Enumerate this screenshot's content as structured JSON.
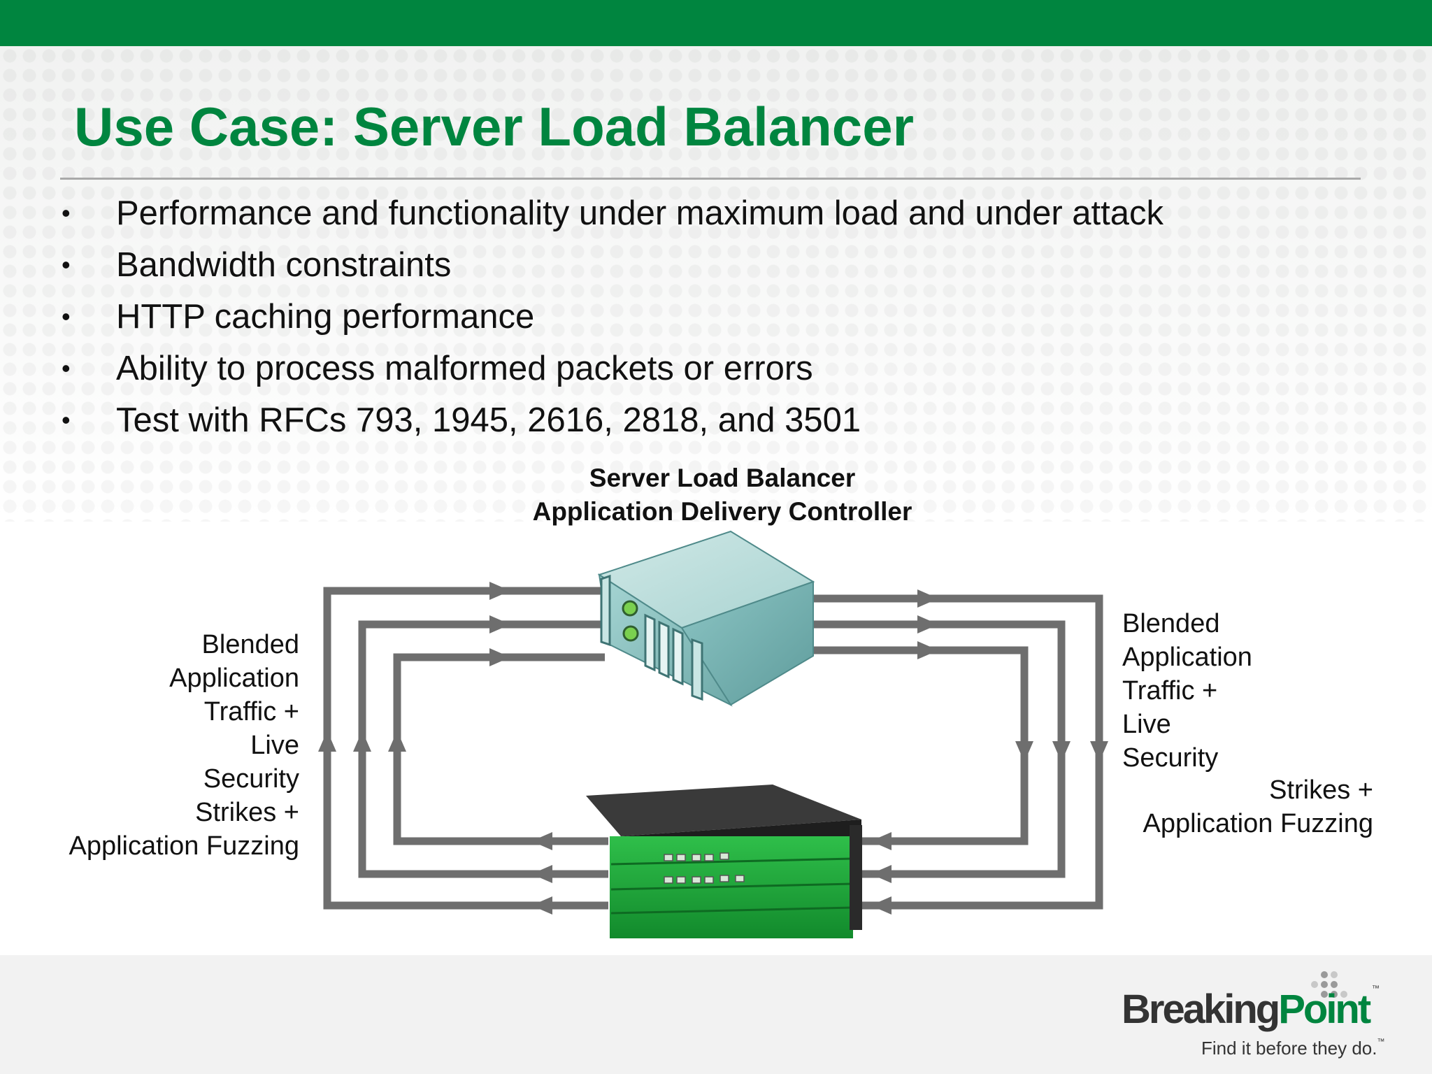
{
  "slide": {
    "title": "Use Case: Server Load Balancer",
    "bullets": [
      "Performance and functionality under maximum load and under attack",
      "Bandwidth constraints",
      "HTTP caching performance",
      "Ability to process malformed packets or errors",
      "Test with RFCs 793, 1945, 2616, 2818, and 3501"
    ],
    "bullet_marker": "•"
  },
  "diagram": {
    "caption_line1": "Server Load Balancer",
    "caption_line2": "Application Delivery Controller",
    "left_label": [
      "Blended",
      "Application",
      "Traffic +",
      "Live",
      "Security",
      "Strikes +",
      "Application Fuzzing"
    ],
    "right_label_a": [
      "Blended",
      "Application",
      "Traffic +",
      "Live",
      "Security"
    ],
    "right_label_b": [
      "Strikes +",
      "Application Fuzzing"
    ]
  },
  "logo": {
    "name_dark": "Breaking",
    "name_green": "Point",
    "tagline": "Find it before they do.",
    "tm": "™"
  },
  "colors": {
    "brand_green": "#00853f",
    "arrow_gray": "#6e6e6e",
    "server_teal": "#8fc4c4",
    "chassis_green": "#19a83a"
  }
}
